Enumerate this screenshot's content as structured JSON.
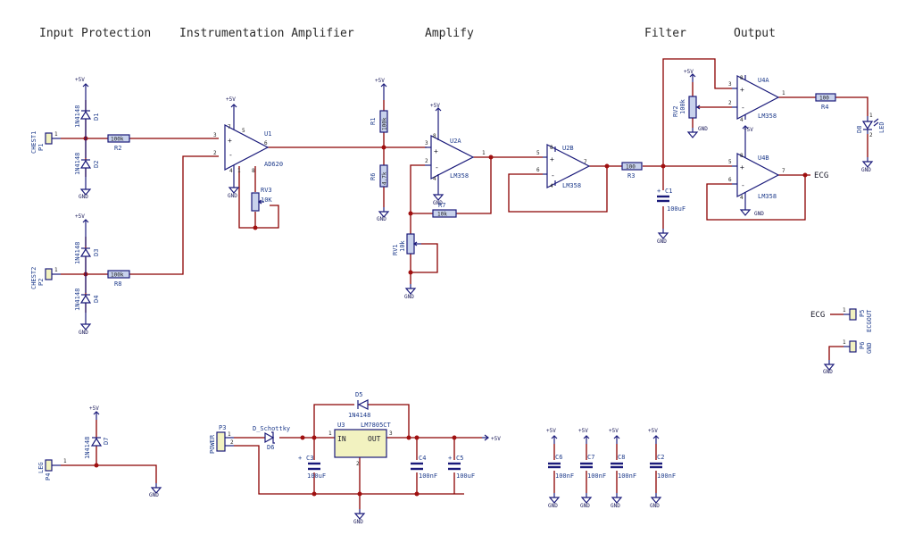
{
  "sections": {
    "input_protection": "Input Protection",
    "instrumentation_amplifier": "Instrumentation Amplifier",
    "amplify": "Amplify",
    "filter": "Filter",
    "output": "Output"
  },
  "power": {
    "vcc": "+5V",
    "gnd": "GND"
  },
  "connectors": {
    "p1": {
      "ref": "P1",
      "name": "CHEST1",
      "pin": "1"
    },
    "p2": {
      "ref": "P2",
      "name": "CHEST2",
      "pin": "1"
    },
    "p3": {
      "ref": "P3",
      "name": "POWER",
      "pin1": "1",
      "pin2": "2"
    },
    "p4": {
      "ref": "P4",
      "name": "LEG",
      "pin": "1"
    },
    "p5": {
      "ref": "P5",
      "name": "ECGOUT",
      "pin": "1"
    },
    "p6": {
      "ref": "P6",
      "name": "GND",
      "pin": "1"
    }
  },
  "diodes": {
    "d1": {
      "ref": "D1",
      "value": "1N4148"
    },
    "d2": {
      "ref": "D2",
      "value": "1N4148"
    },
    "d3": {
      "ref": "D3",
      "value": "1N4148"
    },
    "d4": {
      "ref": "D4",
      "value": "1N4148"
    },
    "d5": {
      "ref": "D5",
      "value": "1N4148"
    },
    "d6": {
      "ref": "D6",
      "value": "D_Schottky"
    },
    "d7": {
      "ref": "D7",
      "value": "1N4148"
    },
    "d8": {
      "ref": "D8",
      "value": "LED"
    }
  },
  "resistors": {
    "r1": {
      "ref": "R1",
      "value": "100k"
    },
    "r2": {
      "ref": "R2",
      "value": "100k"
    },
    "r3": {
      "ref": "R3",
      "value": "100"
    },
    "r4": {
      "ref": "R4",
      "value": "100"
    },
    "r6": {
      "ref": "R6",
      "value": "4.7k"
    },
    "r7": {
      "ref": "R7",
      "value": "10k"
    },
    "r8": {
      "ref": "R8",
      "value": "100k"
    }
  },
  "pots": {
    "rv1": {
      "ref": "RV1",
      "value": "10k"
    },
    "rv2": {
      "ref": "RV2",
      "value": "100k"
    },
    "rv3": {
      "ref": "RV3",
      "value": "10K"
    }
  },
  "capacitors": {
    "c1": {
      "ref": "C1",
      "value": "100uF"
    },
    "c2": {
      "ref": "C2",
      "value": "100nF"
    },
    "c3": {
      "ref": "C3",
      "value": "100uF"
    },
    "c4": {
      "ref": "C4",
      "value": "100nF"
    },
    "c5": {
      "ref": "C5",
      "value": "100uF"
    },
    "c6": {
      "ref": "C6",
      "value": "100nF"
    },
    "c7": {
      "ref": "C7",
      "value": "100nF"
    },
    "c8": {
      "ref": "C8",
      "value": "100nF"
    }
  },
  "ics": {
    "u1": {
      "ref": "U1",
      "value": "AD620"
    },
    "u2a": {
      "ref": "U2A",
      "value": "LM358"
    },
    "u2b": {
      "ref": "U2B",
      "value": "LM358"
    },
    "u3": {
      "ref": "U3",
      "value": "LM7805CT",
      "in": "IN",
      "out": "OUT"
    },
    "u4a": {
      "ref": "U4A",
      "value": "LM358"
    },
    "u4b": {
      "ref": "U4B",
      "value": "LM358"
    }
  },
  "labels": {
    "ecg": "ECG",
    "plus": "+",
    "minus": "-"
  },
  "pins": {
    "u1": {
      "inp": "3",
      "inn": "2",
      "out": "6",
      "vp": "7",
      "vn": "4",
      "rg1": "1",
      "rg2": "8",
      "ref": "5",
      "s1": "5"
    },
    "u2a": {
      "inp": "3",
      "inn": "2",
      "out": "1",
      "vp": "8",
      "vn": "4"
    },
    "u2b": {
      "inp": "5",
      "inn": "6",
      "out": "7",
      "vp": "8",
      "vn": "4"
    },
    "u4a": {
      "inp": "3",
      "inn": "2",
      "out": "1",
      "vp": "8",
      "vn": "4"
    },
    "u4b": {
      "inp": "5",
      "inn": "6",
      "out": "7",
      "vp": "8",
      "vn": "4"
    },
    "u3": {
      "in": "1",
      "gnd": "2",
      "out": "3"
    },
    "d8": {
      "a": "1",
      "k": "2"
    }
  },
  "power_symbol_icon": "arrow-power-icon",
  "ground_symbol_icon": "ground-triangle-icon"
}
